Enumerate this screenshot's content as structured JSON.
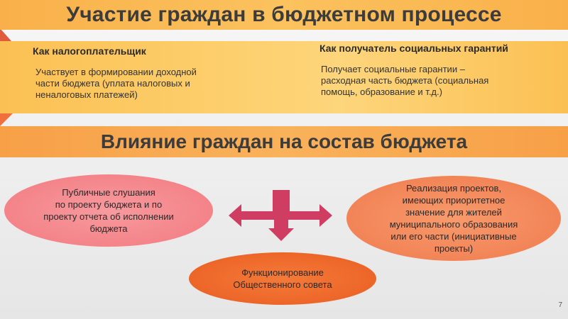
{
  "header": {
    "title": "Участие граждан в бюджетном процессе"
  },
  "roles": [
    {
      "title": "Как налогоплательщик",
      "lines": [
        "Участвует в формировании доходной",
        "части бюджета (уплата налоговых и",
        "неналоговых платежей)"
      ]
    },
    {
      "title": "Как получатель социальных гарантий",
      "lines": [
        "Получает социальные гарантии –",
        "расходная часть бюджета (социальная",
        "помощь, образование и т.д.)"
      ]
    }
  ],
  "section2": {
    "title": "Влияние граждан на состав бюджета"
  },
  "forms": {
    "left": {
      "lines": [
        "Публичные слушания",
        "по проекту бюджета и по",
        "проекту отчета об исполнении",
        "бюджета"
      ]
    },
    "right": {
      "lines": [
        "Реализация проектов,",
        "имеющих приоритетное",
        "значение для жителей",
        "муниципального образования",
        "или его части (инициативные",
        "проекты)"
      ]
    },
    "bottom": {
      "lines": [
        "Функционирование",
        "Общественного совета"
      ]
    }
  },
  "colors": {
    "accent_yellow": "#fbc25e",
    "accent_orange": "#f9b25a",
    "arrow": "#cf3d62",
    "ellipse_pink": "#f27a80",
    "ellipse_salmon": "#f07b4e",
    "ellipse_orange": "#ea5d22"
  },
  "footer": {
    "page_number": "7"
  }
}
